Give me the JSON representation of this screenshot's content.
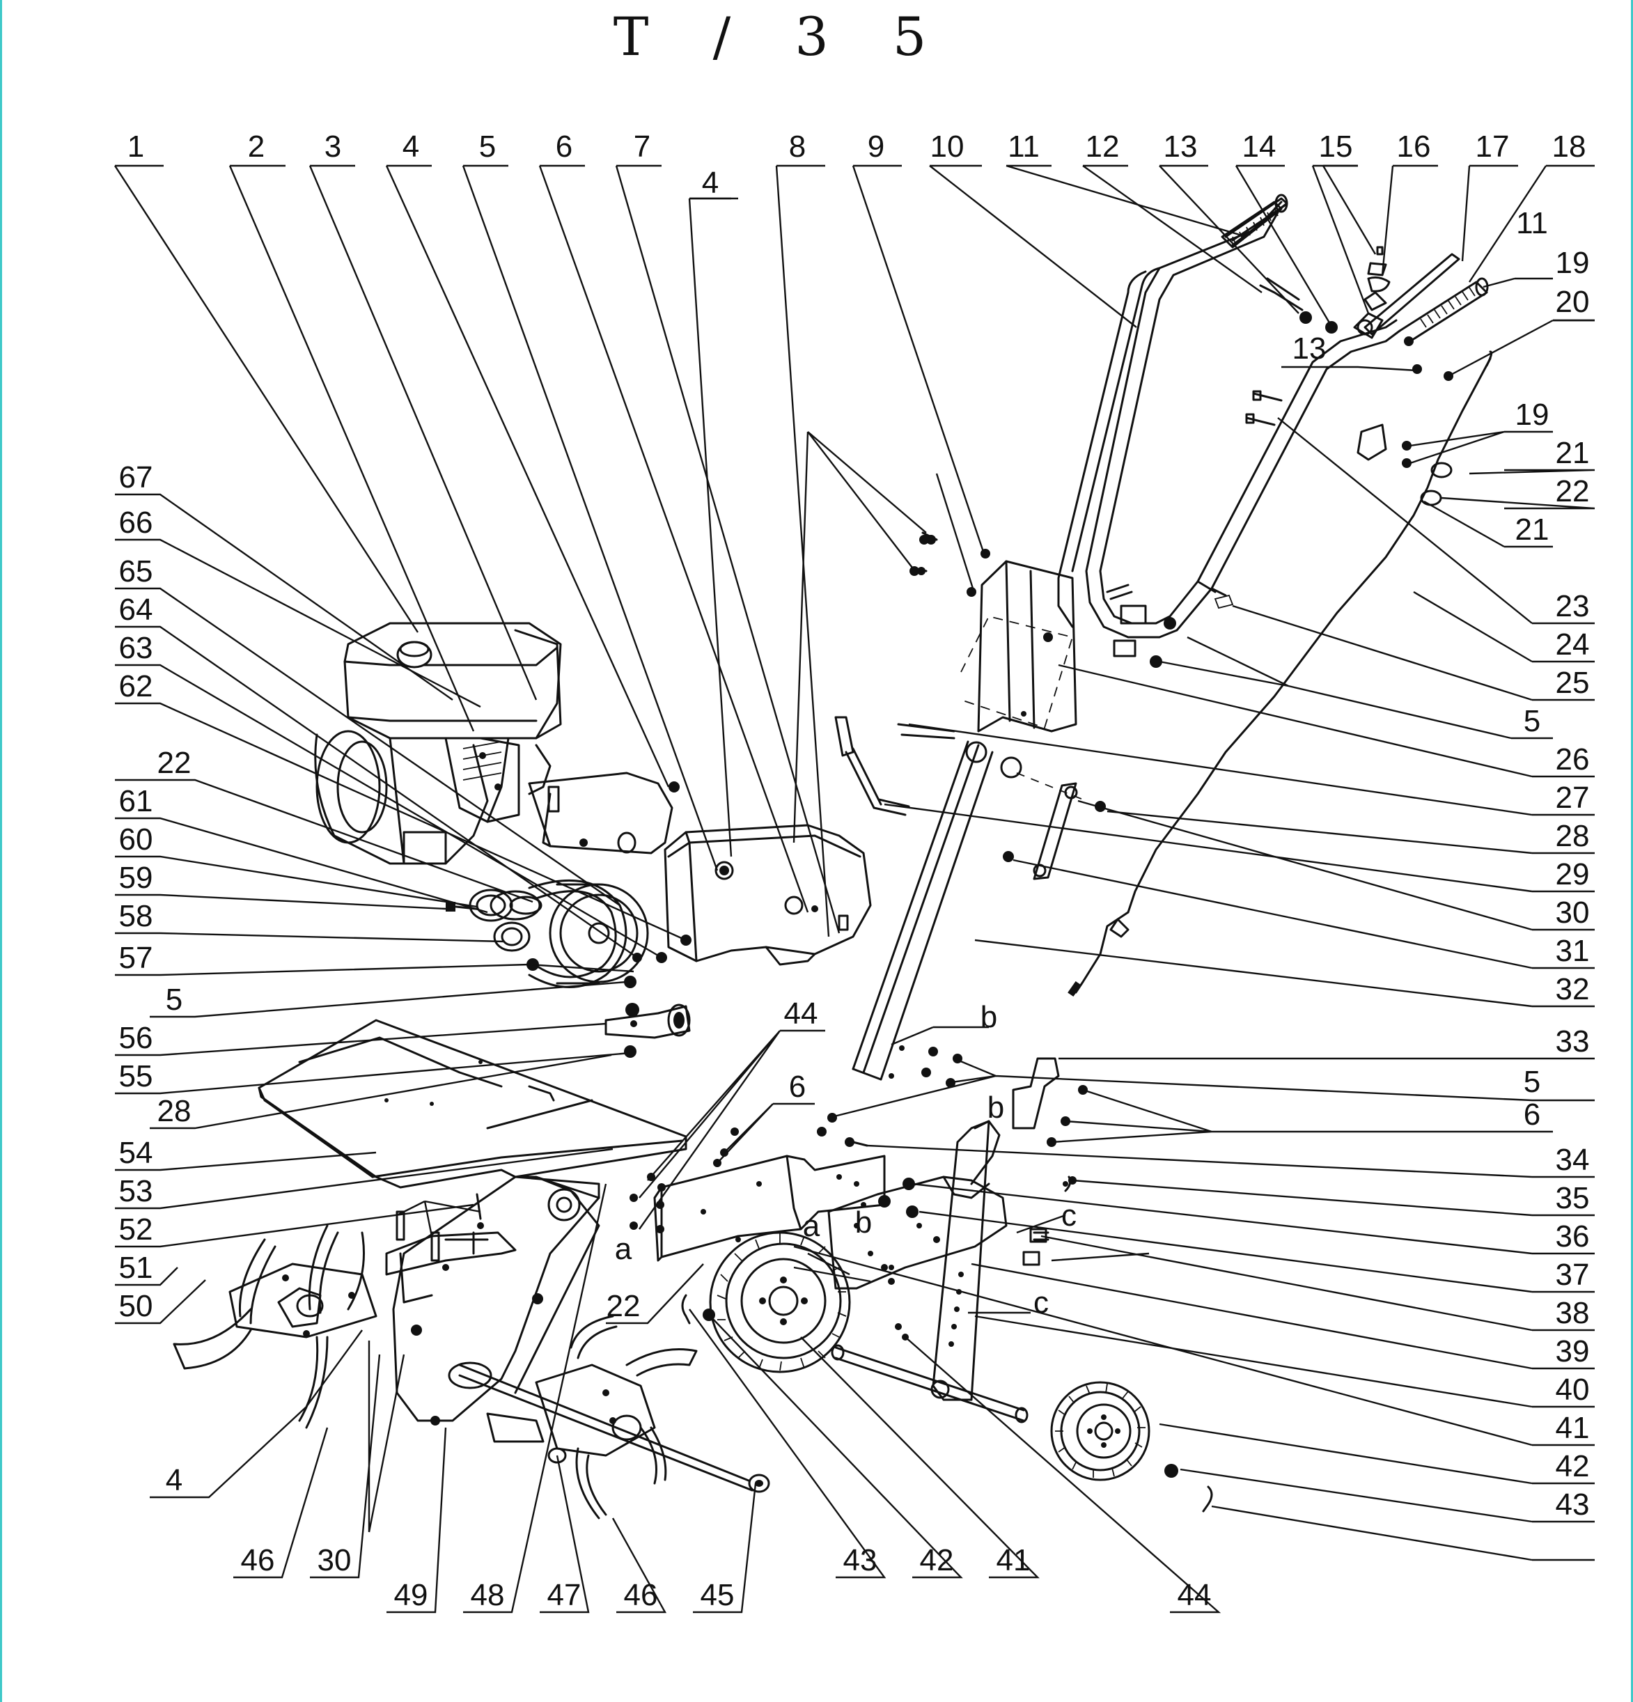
{
  "title": "T / 3 5",
  "callouts": {
    "top": [
      "1",
      "2",
      "3",
      "4",
      "5",
      "6",
      "7",
      "8",
      "9",
      "10",
      "11",
      "12",
      "13",
      "14",
      "15",
      "16",
      "17",
      "18"
    ],
    "second_4": "4",
    "right": [
      "11",
      "19",
      "20",
      "13",
      "19",
      "21",
      "22",
      "21",
      "23",
      "24",
      "25",
      "5",
      "26",
      "27",
      "28",
      "29",
      "30",
      "31",
      "32",
      "33",
      "5",
      "6",
      "34",
      "35",
      "36",
      "37",
      "38",
      "39",
      "40",
      "41",
      "42",
      "43"
    ],
    "left": [
      "67",
      "66",
      "65",
      "64",
      "63",
      "62",
      "22",
      "61",
      "60",
      "59",
      "58",
      "57",
      "5",
      "56",
      "55",
      "28",
      "54",
      "53",
      "52",
      "51",
      "50"
    ],
    "bottom": [
      "4",
      "46",
      "30",
      "49",
      "48",
      "47",
      "46",
      "45",
      "43",
      "42",
      "41",
      "44"
    ],
    "middle": [
      "44",
      "6",
      "a",
      "22",
      "a",
      "b",
      "c",
      "c",
      "b",
      "b"
    ]
  },
  "colors": {
    "line": "#111111",
    "edge": "#3fc9c9"
  }
}
